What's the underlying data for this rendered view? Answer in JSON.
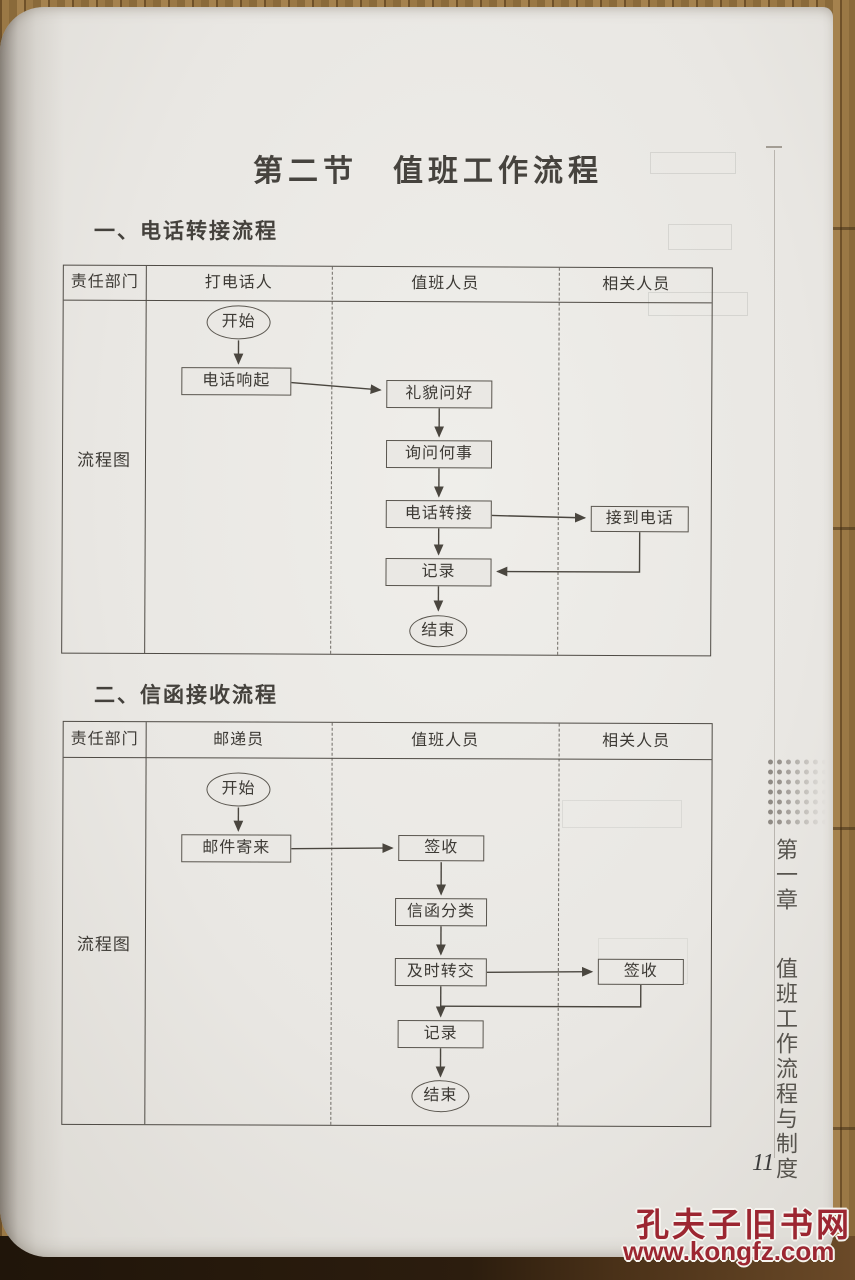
{
  "page": {
    "title": "第二节　值班工作流程",
    "page_number": "11",
    "side_tab": {
      "chapter": "第一章",
      "book_section": "值班工作流程与制度"
    },
    "watermark": {
      "site_name": "孔夫子旧书网",
      "site_url": "www.kongfz.com"
    }
  },
  "sections": [
    {
      "heading": "一、电话转接流程",
      "row_label": "流程图",
      "columns": [
        "责任部门",
        "打电话人",
        "值班人员",
        "相关人员"
      ],
      "nodes": {
        "start": "开始",
        "ring": "电话响起",
        "greet": "礼貌问好",
        "ask": "询问何事",
        "transfer": "电话转接",
        "receive": "接到电话",
        "record": "记录",
        "end": "结束"
      }
    },
    {
      "heading": "二、信函接收流程",
      "row_label": "流程图",
      "columns": [
        "责任部门",
        "邮递员",
        "值班人员",
        "相关人员"
      ],
      "nodes": {
        "start": "开始",
        "arrive": "邮件寄来",
        "sign": "签收",
        "sort": "信函分类",
        "forward": "及时转交",
        "sign2": "签收",
        "record": "记录",
        "end": "结束"
      }
    }
  ]
}
